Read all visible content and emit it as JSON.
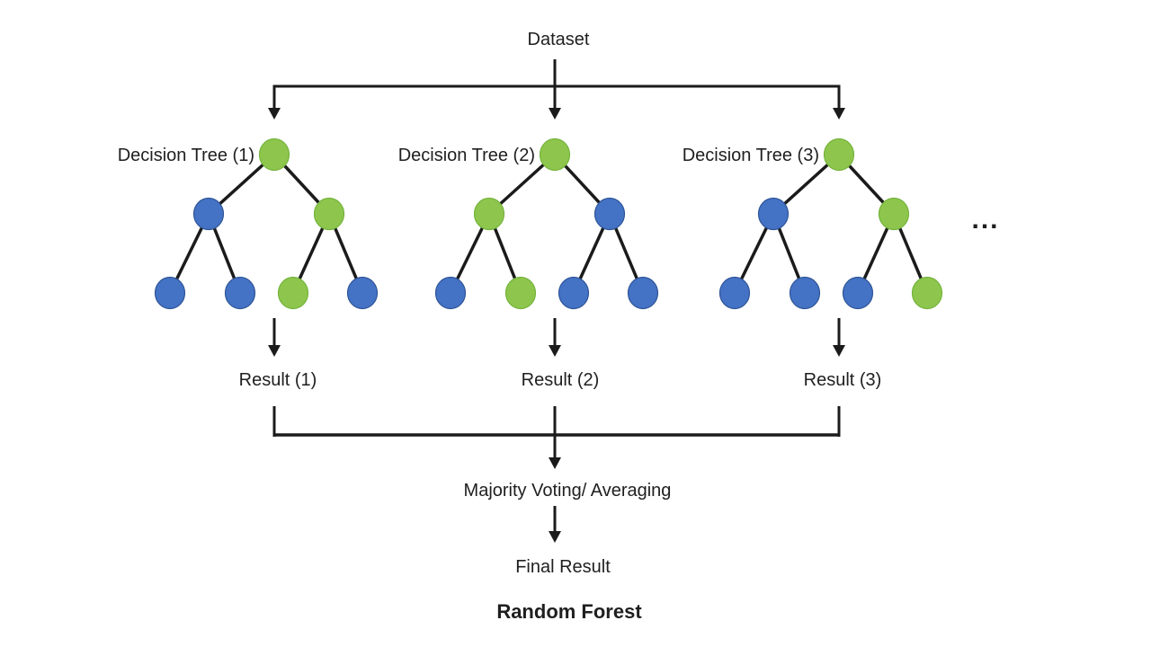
{
  "canvas": {
    "background": "#ffffff"
  },
  "colors": {
    "line": "#1b1b1b",
    "text": "#1f1f1f",
    "node_blue": "#4472C4",
    "node_blue_border": "#2F5597",
    "node_green": "#8EC64D",
    "node_green_border": "#74B33C"
  },
  "header": {
    "dataset_label": "Dataset"
  },
  "trees": [
    {
      "label": "Decision Tree (1)",
      "result_label": "Result (1)",
      "root": "green",
      "level2": [
        "blue",
        "green"
      ],
      "leaves": [
        "blue",
        "blue",
        "green",
        "blue"
      ]
    },
    {
      "label": "Decision Tree (2)",
      "result_label": "Result (2)",
      "root": "green",
      "level2": [
        "green",
        "blue"
      ],
      "leaves": [
        "blue",
        "green",
        "blue",
        "blue"
      ]
    },
    {
      "label": "Decision Tree (3)",
      "result_label": "Result (3)",
      "root": "green",
      "level2": [
        "blue",
        "green"
      ],
      "leaves": [
        "blue",
        "blue",
        "blue",
        "green"
      ]
    }
  ],
  "more_trees_ellipsis": "...",
  "aggregation": {
    "majority_label": "Majority Voting/ Averaging",
    "final_label": "Final Result"
  },
  "caption": "Random Forest"
}
